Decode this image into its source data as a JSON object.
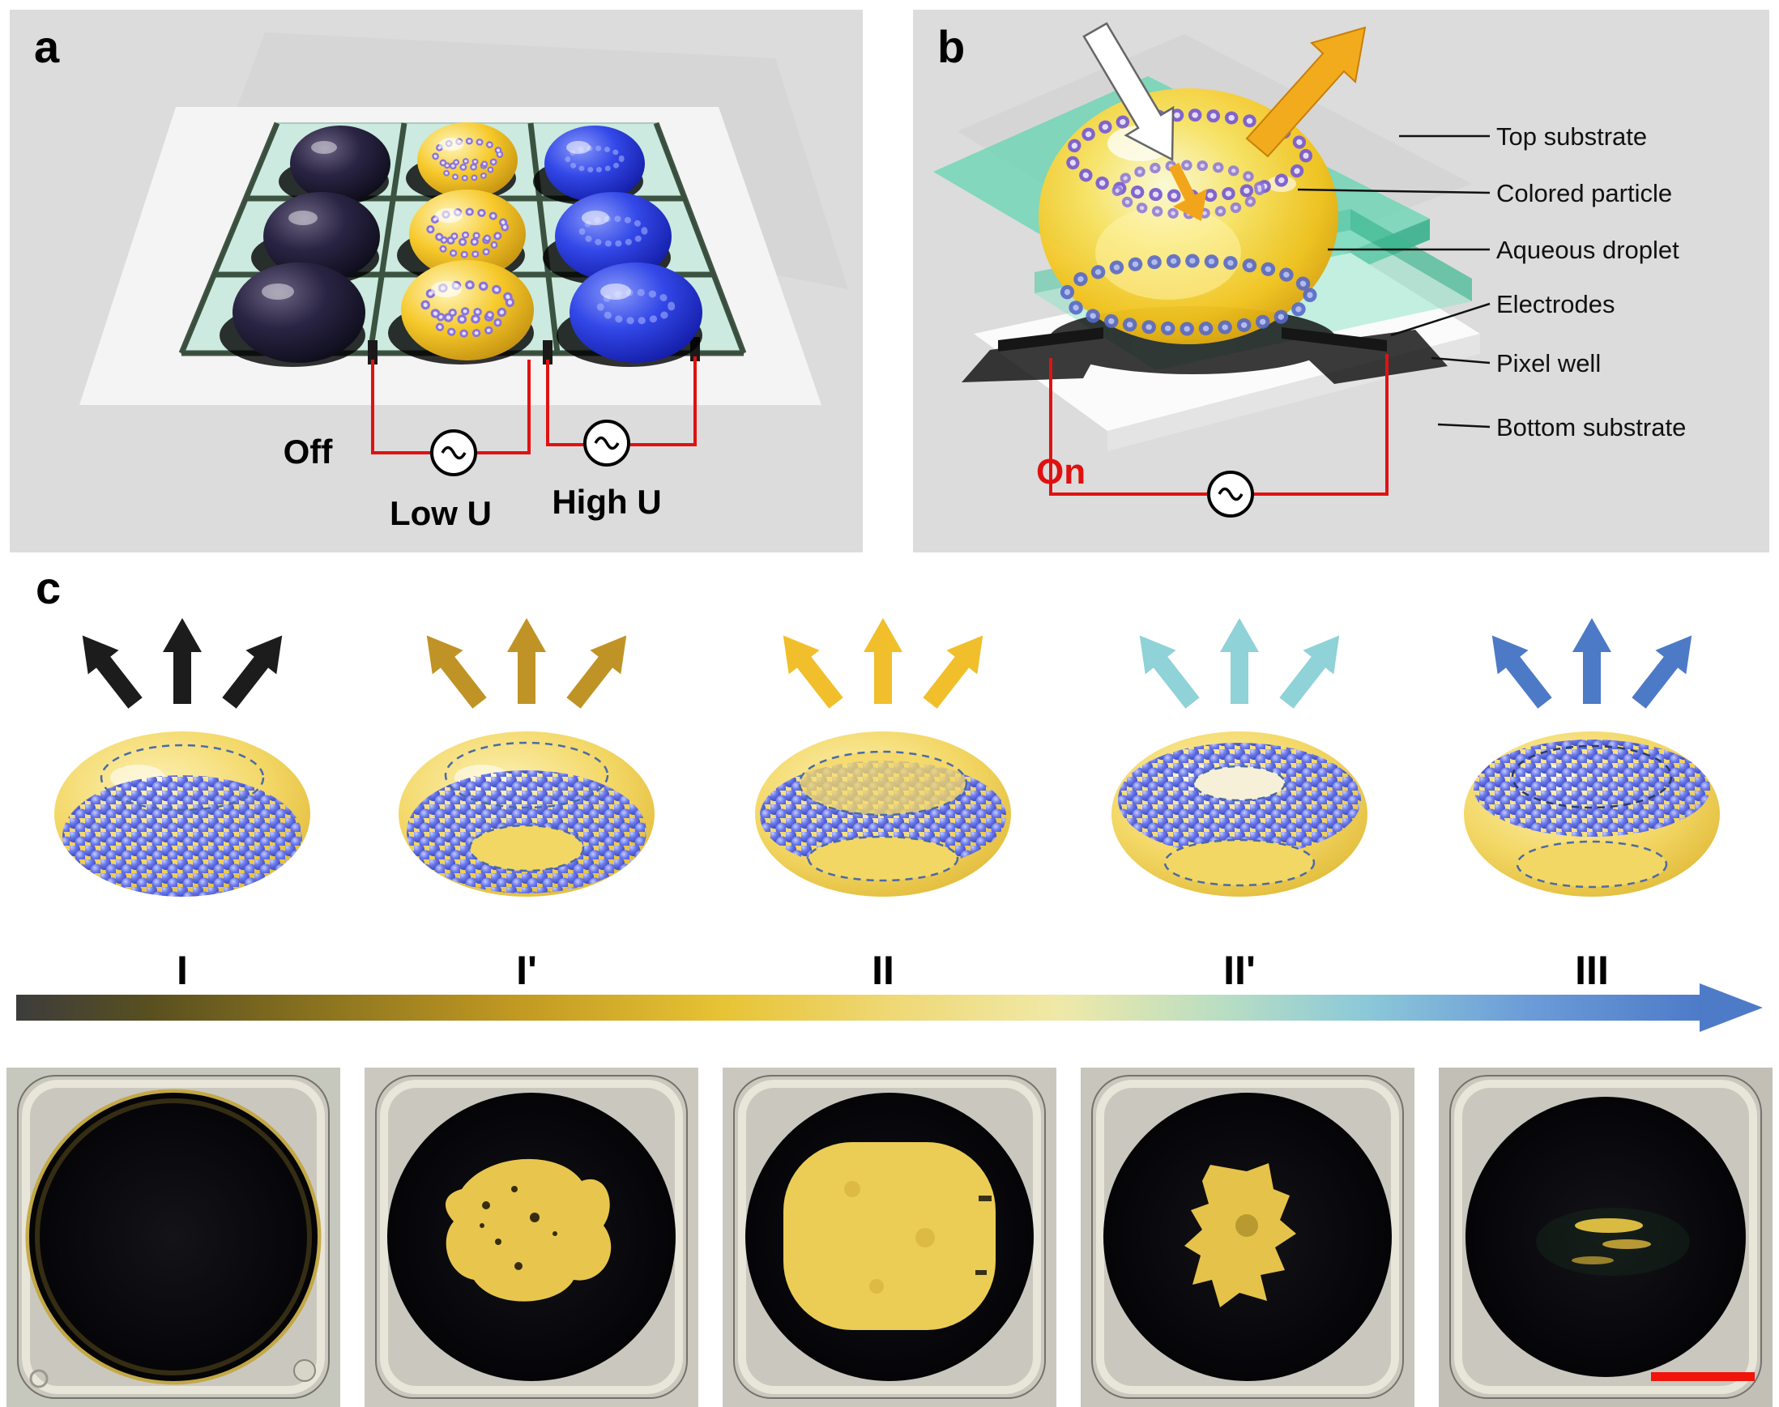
{
  "panel_a": {
    "label": "a",
    "off_label": "Off",
    "low_voltage_label": "Low U",
    "high_voltage_label": "High U"
  },
  "panel_b": {
    "label": "b",
    "on_label": "On",
    "annotations": [
      "Top substrate",
      "Colored particle",
      "Aqueous droplet",
      "Electrodes",
      "Pixel well",
      "Bottom substrate"
    ]
  },
  "panel_c": {
    "label": "c",
    "states": [
      {
        "numeral": "I",
        "arrow_color": "#1c1c1c"
      },
      {
        "numeral": "I'",
        "arrow_color": "#c09326"
      },
      {
        "numeral": "II",
        "arrow_color": "#f0bf2b"
      },
      {
        "numeral": "II'",
        "arrow_color": "#8fd2d8"
      },
      {
        "numeral": "III",
        "arrow_color": "#4d7ac6"
      }
    ]
  },
  "colors": {
    "panel_background": "#dcdcdc",
    "droplet_yellow": "#f3d765",
    "particle_blue": "#5668e8",
    "particle_purple": "#8a74d8",
    "pixel_well_teal": "#5fd6b2",
    "wire_red": "#e01212",
    "scale_bar_red": "#f0140a",
    "gradient_start": "#3c3c3c",
    "gradient_end": "#4e7bc8"
  }
}
